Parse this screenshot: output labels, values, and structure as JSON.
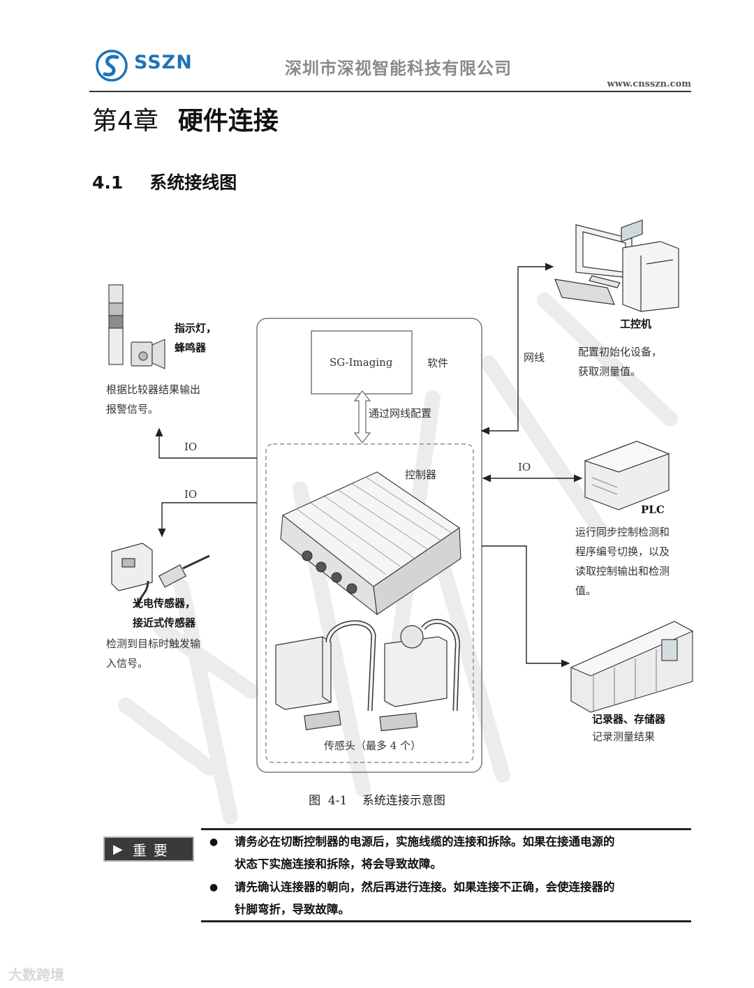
{
  "header": {
    "logo_text": "SSZN",
    "company_name": "深圳市深视智能科技有限公司",
    "website": "www.cnsszn.com"
  },
  "chapter": {
    "number": "第4章",
    "title": "硬件连接"
  },
  "section": {
    "number": "4.1",
    "title": "系统接线图"
  },
  "diagram": {
    "software_box": "SG-Imaging",
    "software_label": "软件",
    "config_label": "通过网线配置",
    "controller_label": "控制器",
    "sensor_head_label": "传感头（最多 4 个）",
    "signal_light": {
      "title_line1": "指示灯，",
      "title_line2": "蜂鸣器",
      "desc_line1": "根据比较器结果输出",
      "desc_line2": "报警信号。"
    },
    "io_top": "IO",
    "io_bottom": "IO",
    "sensor": {
      "title_line1": "光电传感器，",
      "title_line2": "接近式传感器",
      "desc_line1": "检测到目标时触发输",
      "desc_line2": "入信号。"
    },
    "pc": {
      "title": "工控机",
      "cable_label": "网线",
      "desc_line1": "配置初始化设备，",
      "desc_line2": "获取测量值。"
    },
    "plc": {
      "io_label": "IO",
      "title": "PLC",
      "desc_line1": "运行同步控制检测和",
      "desc_line2": "程序编号切换，以及",
      "desc_line3": "读取控制输出和检测",
      "desc_line4": "值。"
    },
    "recorder": {
      "title": "记录器、存储器",
      "desc": "记录测量结果"
    }
  },
  "caption": "图  4-1    系统连接示意图",
  "important": {
    "tag": "重要",
    "notes": [
      {
        "line1": "请务必在切断控制器的电源后，实施线缆的连接和拆除。如果在接通电源的",
        "line2": "状态下实施连接和拆除，将会导致故障。"
      },
      {
        "line1": "请先确认连接器的朝向，然后再进行连接。如果连接不正确，会使连接器的",
        "line2": "针脚弯折，导致故障。"
      }
    ]
  },
  "watermark": "大数跨境",
  "colors": {
    "logo_blue": "#1f73b7",
    "header_gray": "#8a8a8a",
    "tag_bg": "#3a3a3a"
  }
}
